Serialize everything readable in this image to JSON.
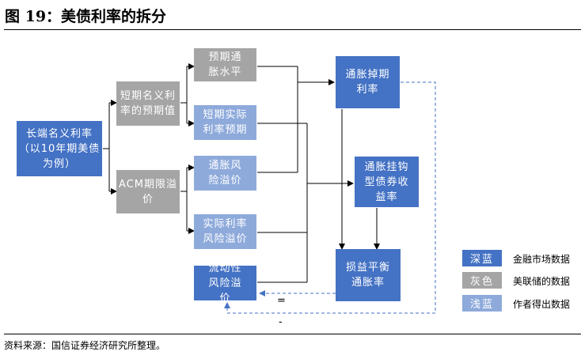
{
  "header": {
    "title": "图 19：美债利率的拆分"
  },
  "boxes": {
    "long_rate": "长端名义利率（以10年期美债为例）",
    "short_expect": "短期名义利率的预期值",
    "acm_term": "ACM期限溢价",
    "infl_expect": "预期通胀水平",
    "real_expect": "短期实际利率预期",
    "infl_risk": "通胀风险溢价",
    "real_risk": "实际利率风险溢价",
    "liquidity": "流动性风险溢价",
    "breakeven": "通胀掉期利率",
    "tips": "通胀挂钩型债券收益率",
    "bei": "损益平衡通胀率"
  },
  "symbols": {
    "equals": "=",
    "minus": "-"
  },
  "legend": [
    {
      "swatch": "深蓝",
      "label": "金融市场数据",
      "color": "#4472C4"
    },
    {
      "swatch": "灰色",
      "label": "美联储的数据",
      "color": "#A5A5A5"
    },
    {
      "swatch": "浅蓝",
      "label": "作者得出数据",
      "color": "#8EAADB"
    }
  ],
  "footer": {
    "source": "资料来源：国信证券经济研究所整理。"
  }
}
